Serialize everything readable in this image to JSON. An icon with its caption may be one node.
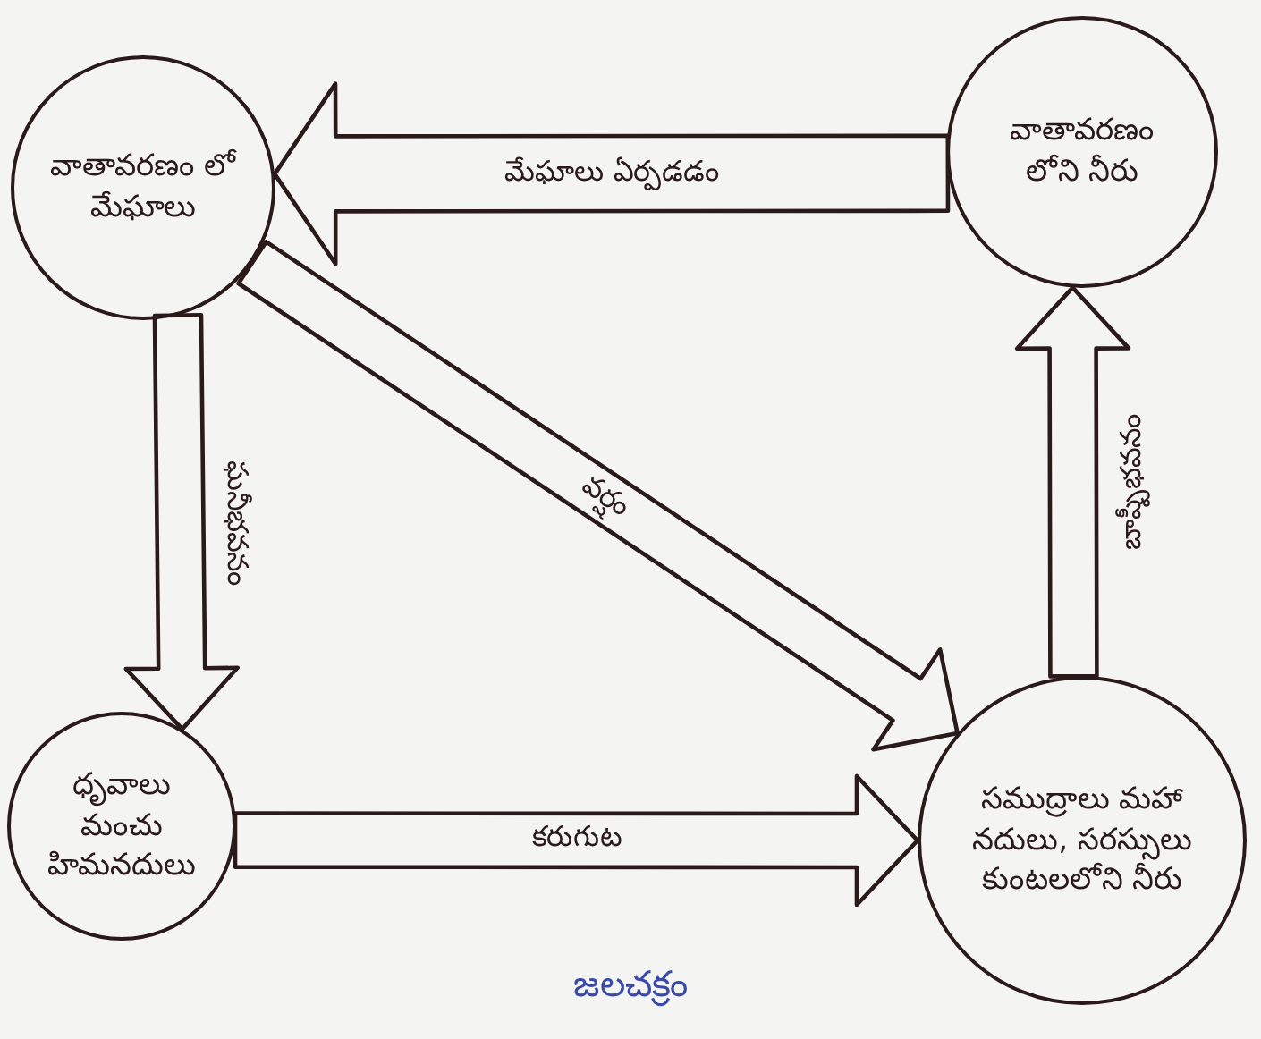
{
  "diagram": {
    "caption": "జలచక్రం",
    "nodes": [
      {
        "text": [
          "వాతావరణం లో మేఘాలు"
        ]
      },
      {
        "text": [
          "వాతావరణం లోని నీరు"
        ]
      },
      {
        "text": [
          "ధృవాలు మంచు హిమనదులు"
        ]
      },
      {
        "text": [
          "సముద్రాలు మహా నదులు, సరస్సులు కుంటలలోని నీరు"
        ]
      }
    ],
    "edges": [
      {
        "from": 1,
        "to": 0,
        "arrow": "to",
        "label": "మేఘాలు ఏర్పడడం"
      },
      {
        "from": 0,
        "to": 2,
        "arrow": "to",
        "label": "ఘనీభవనం"
      },
      {
        "from": 0,
        "to": 3,
        "arrow": "to",
        "label": "వర్షం"
      },
      {
        "from": 2,
        "to": 3,
        "arrow": "to",
        "label": "కరుగుట"
      },
      {
        "from": 3,
        "to": 1,
        "arrow": "to",
        "label": "బాష్పీభవనం"
      }
    ]
  }
}
